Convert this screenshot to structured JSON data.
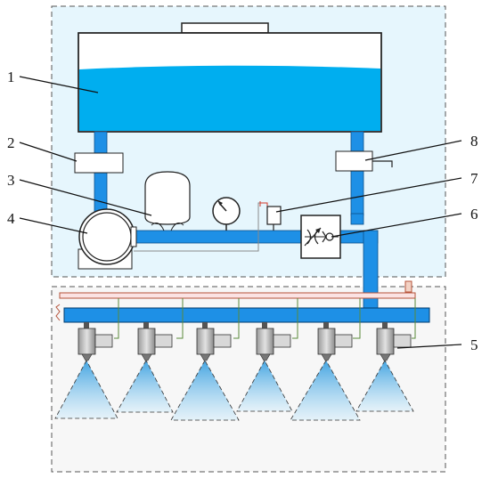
{
  "labels": [
    {
      "id": "1",
      "text": "1"
    },
    {
      "id": "2",
      "text": "2"
    },
    {
      "id": "3",
      "text": "3"
    },
    {
      "id": "4",
      "text": "4"
    },
    {
      "id": "5",
      "text": "5"
    },
    {
      "id": "6",
      "text": "6"
    },
    {
      "id": "7",
      "text": "7"
    },
    {
      "id": "8",
      "text": "8"
    }
  ],
  "colors": {
    "water": "#00aeef",
    "pipe": "#1e90e6",
    "upper_panel": "#e6f6fd",
    "lower_panel": "#f7f7f7",
    "signal_wire": "#b5533a",
    "manifold_edge": "#003a6b",
    "spray": "#7fc4ea"
  },
  "icons": [
    "pump-icon",
    "pressure-tank-icon",
    "pressure-gauge-icon",
    "pressure-sensor-icon",
    "flow-control-valve-icon",
    "nozzle-icon"
  ]
}
